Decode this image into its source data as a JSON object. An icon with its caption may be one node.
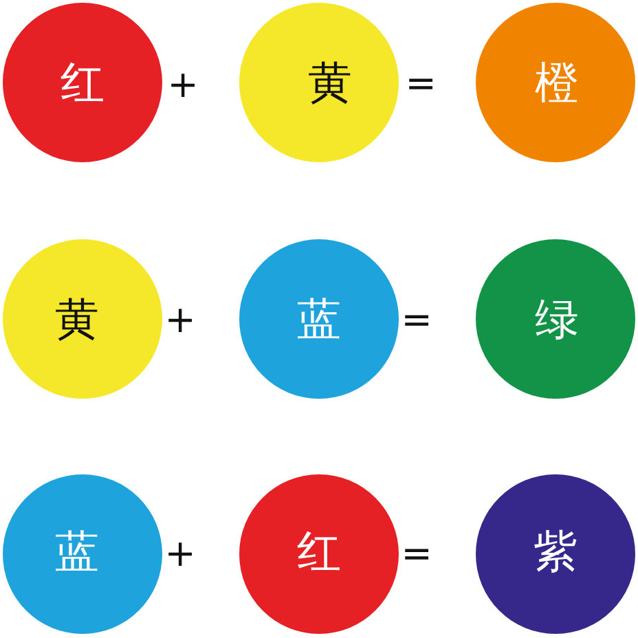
{
  "diagram": {
    "nodes": [
      {
        "text": [
          "红"
        ]
      },
      {
        "text": [
          "黄"
        ]
      },
      {
        "text": [
          "橙"
        ]
      },
      {
        "text": [
          "黄"
        ]
      },
      {
        "text": [
          "蓝"
        ]
      },
      {
        "text": [
          "绿"
        ]
      },
      {
        "text": [
          "蓝"
        ]
      },
      {
        "text": [
          "红"
        ]
      },
      {
        "text": [
          "紫"
        ]
      }
    ],
    "labels": [
      "+",
      "=",
      "+",
      "=",
      "+",
      "="
    ]
  }
}
